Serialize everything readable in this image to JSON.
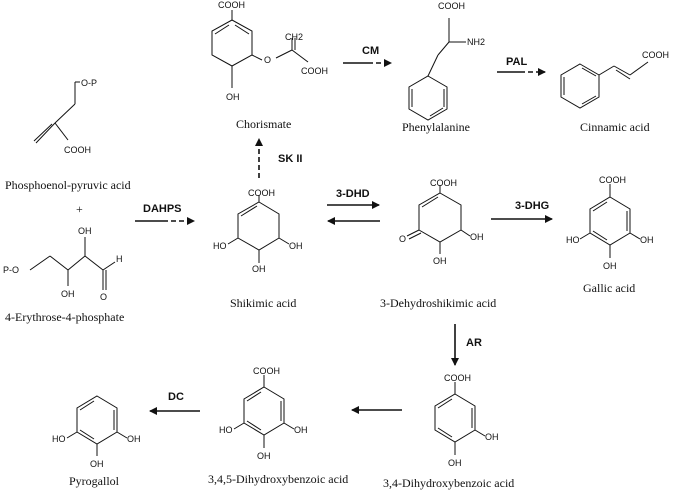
{
  "compounds": {
    "pep": "Phosphoenol-pyruvic acid",
    "e4p": "4-Erythrose-4-phosphate",
    "chorismate": "Chorismate",
    "phenylalanine": "Phenylalanine",
    "cinnamic": "Cinnamic acid",
    "shikimic": "Shikimic acid",
    "dhs": "3-Dehydroshikimic acid",
    "gallic": "Gallic acid",
    "pyrogallol": "Pyrogallol",
    "thb": "3,4,5-Dihydroxybenzoic acid",
    "dhb": "3,4-Dihydroxybenzoic acid"
  },
  "plus": "+",
  "enzymes": {
    "dahps": "DAHPS",
    "skii": "SK II",
    "cm": "CM",
    "pal": "PAL",
    "dhd": "3-DHD",
    "dhg": "3-DHG",
    "ar": "AR",
    "dc": "DC"
  },
  "atoms": {
    "cooh": "COOH",
    "oh": "OH",
    "ho": "HO",
    "nh2": "NH2",
    "op": "O-P",
    "po": "P-O",
    "o": "O",
    "h": "H",
    "ch2": "CH2"
  }
}
